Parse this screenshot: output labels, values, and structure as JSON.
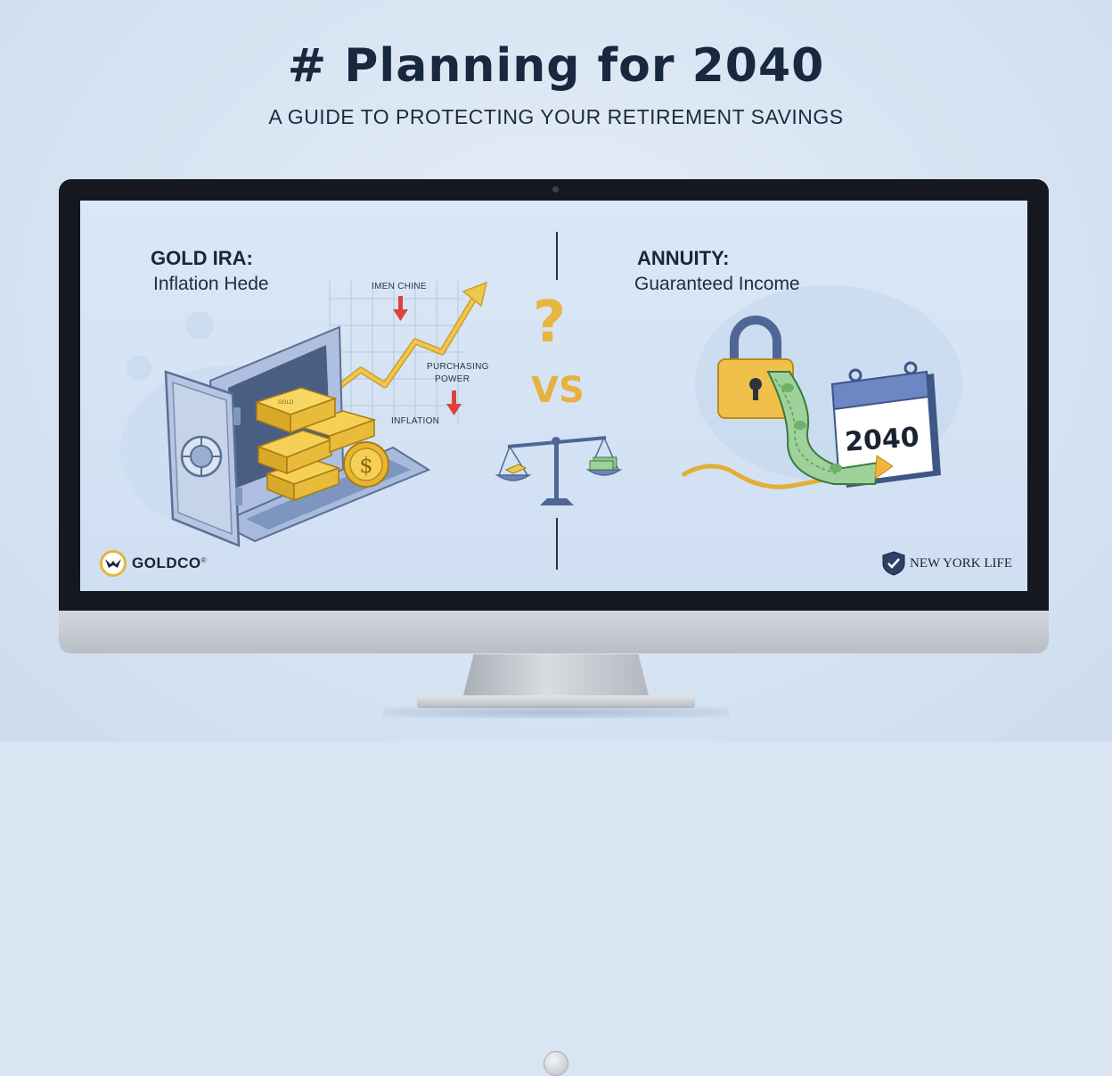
{
  "header": {
    "title": "# Planning for 2040",
    "subtitle": "A GUIDE TO PROTECTING YOUR RETIREMENT SAVINGS"
  },
  "left_panel": {
    "heading": "GOLD IRA:",
    "subheading": "Inflation Hede",
    "chart_labels": {
      "top": "IMEN CHINE",
      "middle_line1": "PURCHASING",
      "middle_line2": "POWER",
      "bottom": "INFLATION"
    },
    "coin_symbol": "$",
    "bar_stamp": "GOLD",
    "brand": "GOLDCO",
    "brand_mark": "®"
  },
  "center": {
    "question": "?",
    "versus": "VS"
  },
  "right_panel": {
    "heading": "ANNUITY:",
    "subheading": "Guaranteed Income",
    "calendar_year": "2040",
    "brand": "NEW YORK LIFE"
  },
  "colors": {
    "navy": "#17283f",
    "gold": "#e8b63d",
    "red_arrow": "#e0403a",
    "safe_blue": "#9fb5d8",
    "money_green": "#8fc68a"
  },
  "icons": [
    "safe-icon",
    "gold-bars-icon",
    "coin-icon",
    "growth-arrow-icon",
    "balance-scale-icon",
    "padlock-icon",
    "money-bill-icon",
    "calendar-icon",
    "eagle-icon",
    "shield-icon"
  ]
}
